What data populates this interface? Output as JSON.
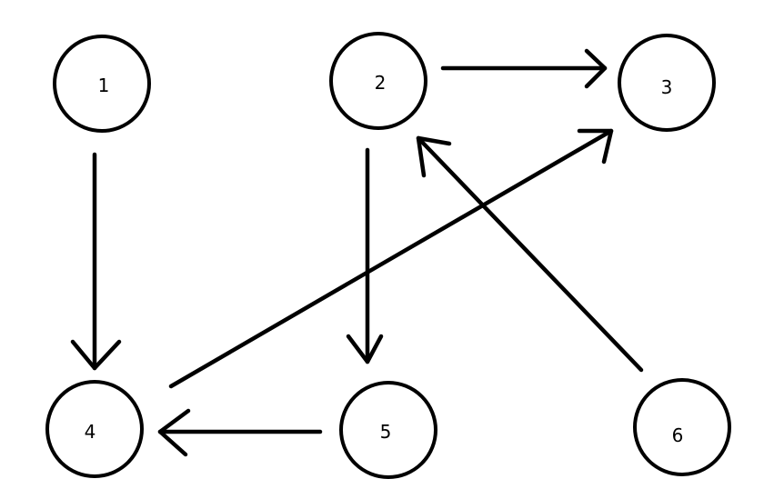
{
  "graph": {
    "nodes": [
      {
        "id": "1",
        "label": "1"
      },
      {
        "id": "2",
        "label": "2"
      },
      {
        "id": "3",
        "label": "3"
      },
      {
        "id": "4",
        "label": "4"
      },
      {
        "id": "5",
        "label": "5"
      },
      {
        "id": "6",
        "label": "6"
      }
    ],
    "edges": [
      {
        "from": "1",
        "to": "4"
      },
      {
        "from": "2",
        "to": "3"
      },
      {
        "from": "2",
        "to": "5"
      },
      {
        "from": "4",
        "to": "3"
      },
      {
        "from": "5",
        "to": "4"
      },
      {
        "from": "6",
        "to": "2"
      }
    ],
    "colors": {
      "stroke": "#000000",
      "background": "#ffffff"
    }
  }
}
